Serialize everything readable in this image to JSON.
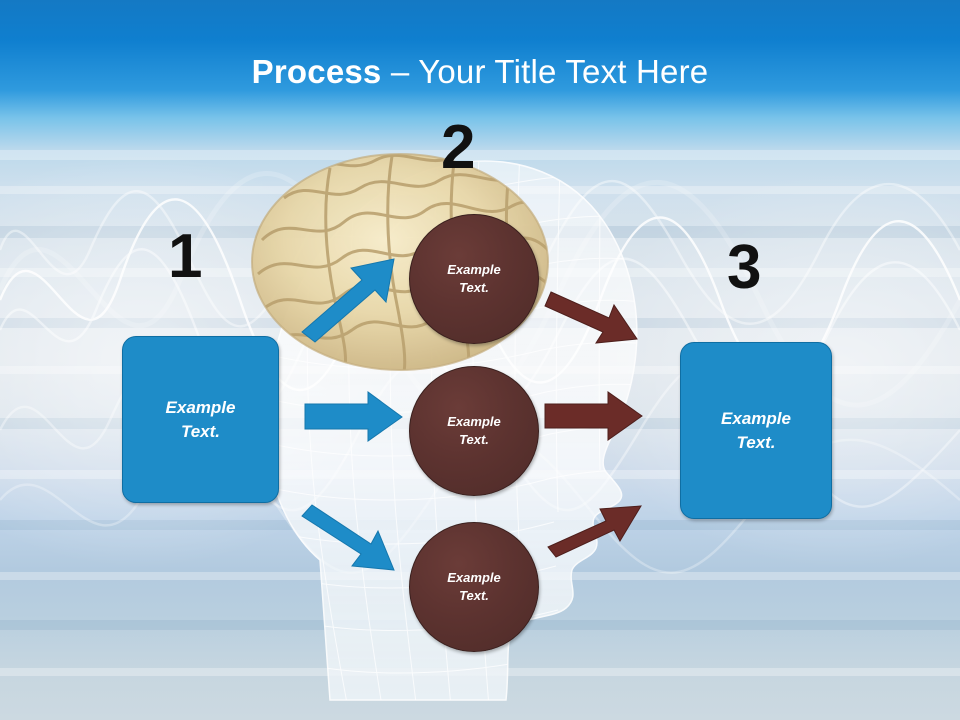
{
  "slide": {
    "title_strong": "Process",
    "title_separator": " – ",
    "title_light": "Your Title Text Here",
    "background_description": "wireframe human head with brain and waveform graphics"
  },
  "colors": {
    "title_bar": "#1287cf",
    "box_fill": "#1e8cc8",
    "circle_fill": "#5d3330",
    "blue_arrow": "#1e8cc8",
    "dark_red_arrow": "#6b2c28",
    "step_number": "#111111",
    "label_text": "#ffffff"
  },
  "steps": [
    {
      "number": "1",
      "name": "input"
    },
    {
      "number": "2",
      "name": "process"
    },
    {
      "number": "3",
      "name": "output"
    }
  ],
  "boxes": {
    "input": {
      "line1": "Example",
      "line2": "Text."
    },
    "output": {
      "line1": "Example",
      "line2": "Text."
    }
  },
  "circles": [
    {
      "line1": "Example",
      "line2": "Text."
    },
    {
      "line1": "Example",
      "line2": "Text."
    },
    {
      "line1": "Example",
      "line2": "Text."
    }
  ],
  "arrows": [
    {
      "name": "arrow-input-to-circle-1",
      "color": "#1e8cc8",
      "direction": "up-right"
    },
    {
      "name": "arrow-input-to-circle-2",
      "color": "#1e8cc8",
      "direction": "right"
    },
    {
      "name": "arrow-input-to-circle-3",
      "color": "#1e8cc8",
      "direction": "down-right"
    },
    {
      "name": "arrow-circle-1-to-output",
      "color": "#6b2c28",
      "direction": "down-right"
    },
    {
      "name": "arrow-circle-2-to-output",
      "color": "#6b2c28",
      "direction": "right"
    },
    {
      "name": "arrow-circle-3-to-output",
      "color": "#6b2c28",
      "direction": "up-right"
    }
  ]
}
